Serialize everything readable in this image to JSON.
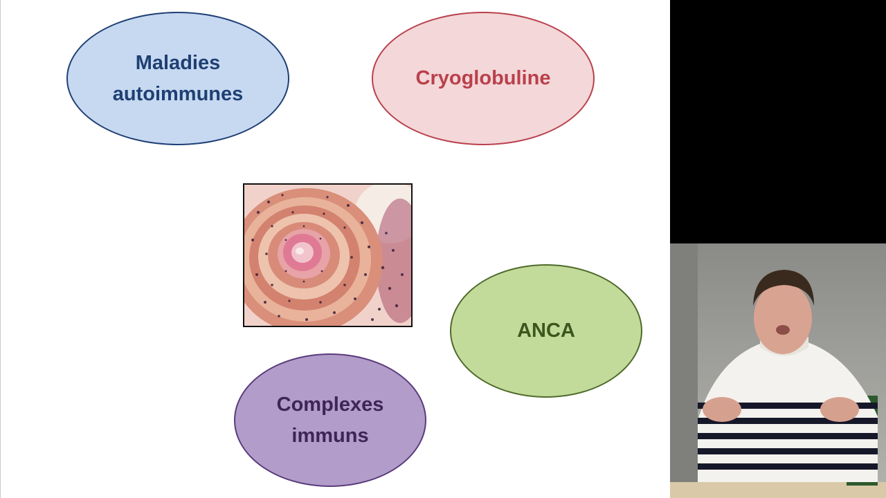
{
  "slide": {
    "bubbles": {
      "autoimmune": {
        "line1": "Maladies",
        "line2": "autoimmunes"
      },
      "cryoglobuline": {
        "label": "Cryoglobuline"
      },
      "anca": {
        "label": "ANCA"
      },
      "complexes": {
        "line1": "Complexes",
        "line2": "immuns"
      }
    },
    "colors": {
      "autoimmune_fill": "#c6d9f1",
      "autoimmune_border": "#1f3f73",
      "cryo_fill": "#f3d7d9",
      "cryo_border": "#b9404b",
      "anca_fill": "#c2db9a",
      "anca_border": "#4f6a2a",
      "complexes_fill": "#b29cc9",
      "complexes_border": "#5a3b7c"
    }
  },
  "video": {
    "background": "#000000"
  }
}
